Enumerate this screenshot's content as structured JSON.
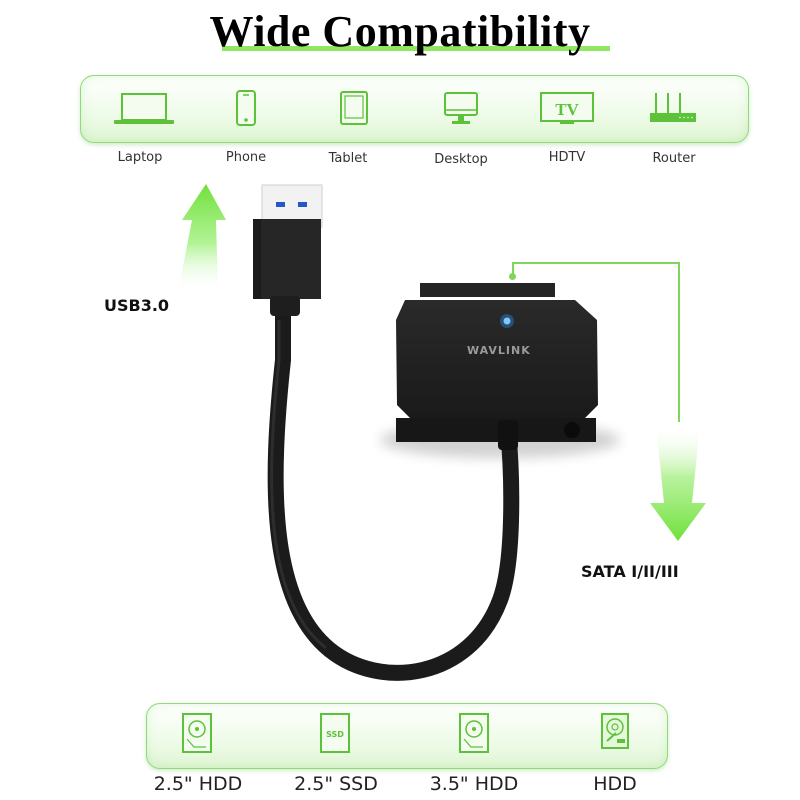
{
  "title": "Wide Compatibility",
  "devices": [
    {
      "label": "Laptop",
      "icon": "laptop-icon"
    },
    {
      "label": "Phone",
      "icon": "phone-icon"
    },
    {
      "label": "Tablet",
      "icon": "tablet-icon"
    },
    {
      "label": "Desktop",
      "icon": "desktop-icon"
    },
    {
      "label": "HDTV",
      "icon": "tv-icon",
      "icon_text": "TV"
    },
    {
      "label": "Router",
      "icon": "router-icon"
    }
  ],
  "drives": [
    {
      "label": "2.5\" HDD",
      "icon": "hdd-icon"
    },
    {
      "label": "2.5\" SSD",
      "icon": "ssd-icon",
      "icon_text": "SSD"
    },
    {
      "label": "3.5\" HDD",
      "icon": "hdd-icon"
    },
    {
      "label": "HDD",
      "icon": "hdd-icon"
    }
  ],
  "labels": {
    "usb": "USB3.0",
    "sata": "SATA I/II/III",
    "brand": "WAVLINK"
  },
  "colors": {
    "accent_green": "#7fd65a",
    "icon_green": "#5cc23a",
    "led_blue": "#2f9bff",
    "device_black": "#1e1e1e"
  }
}
